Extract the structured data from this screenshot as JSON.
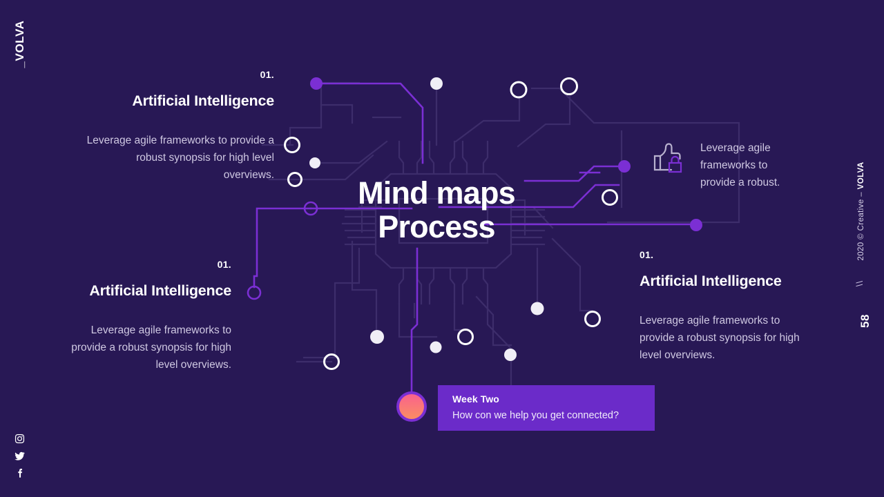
{
  "brand": {
    "logo": "_VOLVA",
    "credit": "2020 © Creative – ",
    "credit_brand": "VOLVA",
    "separator": "\\\\",
    "page_number": "58"
  },
  "social": [
    {
      "name": "instagram-icon",
      "label": "Instagram"
    },
    {
      "name": "twitter-icon",
      "label": "Twitter"
    },
    {
      "name": "facebook-icon",
      "label": "Facebook"
    }
  ],
  "title": {
    "line1": "Mind maps",
    "line2": "Process"
  },
  "blocks": [
    {
      "id": "top-left",
      "number": "01.",
      "heading": "Artificial Intelligence",
      "body": "Leverage agile frameworks to provide a robust synopsis for high level overviews."
    },
    {
      "id": "bottom-left",
      "number": "01.",
      "heading": "Artificial Intelligence",
      "body": "Leverage agile frameworks to provide a robust synopsis for high level overviews."
    },
    {
      "id": "bottom-right",
      "number": "01.",
      "heading": "Artificial Intelligence",
      "body": "Leverage agile frameworks to provide a robust synopsis for high level overviews."
    }
  ],
  "feature": {
    "icon": "thumbs-up-lock-icon",
    "text": "Leverage agile frameworks to provide a robust."
  },
  "callout": {
    "title": "Week Two",
    "subtitle": "How con we help you get connected?"
  },
  "colors": {
    "background": "#281855",
    "accent_purple": "#7B2FD4",
    "callout_purple": "#6B2BC9",
    "trace_faint": "#3d2d6b",
    "node_white": "#f0eef6",
    "gradient_start": "#f95f8f",
    "gradient_end": "#fb9061"
  }
}
